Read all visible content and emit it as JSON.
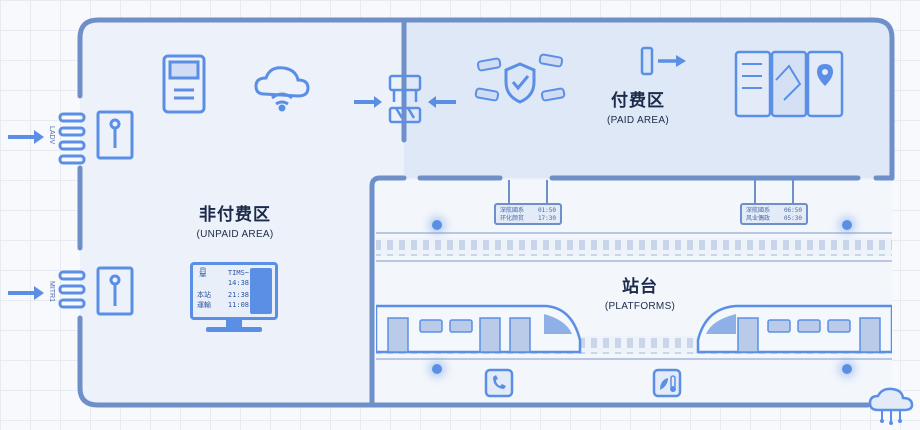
{
  "areas": {
    "paid": {
      "cn": "付费区",
      "en": "(PAID AREA)"
    },
    "unpaid": {
      "cn": "非付费区",
      "en": "(UNPAID AREA)"
    },
    "platforms": {
      "cn": "站台",
      "en": "(PLATFORMS)"
    }
  },
  "entrances": [
    {
      "text": "LADV"
    },
    {
      "text": "MITR1"
    }
  ],
  "info_screen": {
    "line1": "TIMS~",
    "time1": "14:38",
    "row2_label": "本站",
    "row2_time": "21:38",
    "row3_label": "運輸",
    "row3_time": "11:08"
  },
  "platform_boards": [
    {
      "rows": [
        {
          "label": "深航國系",
          "time": "01:50"
        },
        {
          "label": "环化颜贫",
          "time": "17:30"
        }
      ]
    },
    {
      "rows": [
        {
          "label": "深航國系",
          "time": "06:50"
        },
        {
          "label": "风业偶政",
          "time": "05:30"
        }
      ]
    }
  ],
  "icons": [
    "ticket-machine-icon",
    "wifi-cloud-icon",
    "fare-gate-icon",
    "security-camera-icon",
    "shield-check-icon",
    "exit-arrow-icon",
    "map-board-icon",
    "phone-icon",
    "climate-icon",
    "train-icon",
    "cloud-network-icon"
  ],
  "colors": {
    "wall": "#6e8fc7",
    "paid_fill": "#dfe8f6",
    "unpaid_fill": "#edf2fa",
    "accent": "#5b8fe6"
  }
}
